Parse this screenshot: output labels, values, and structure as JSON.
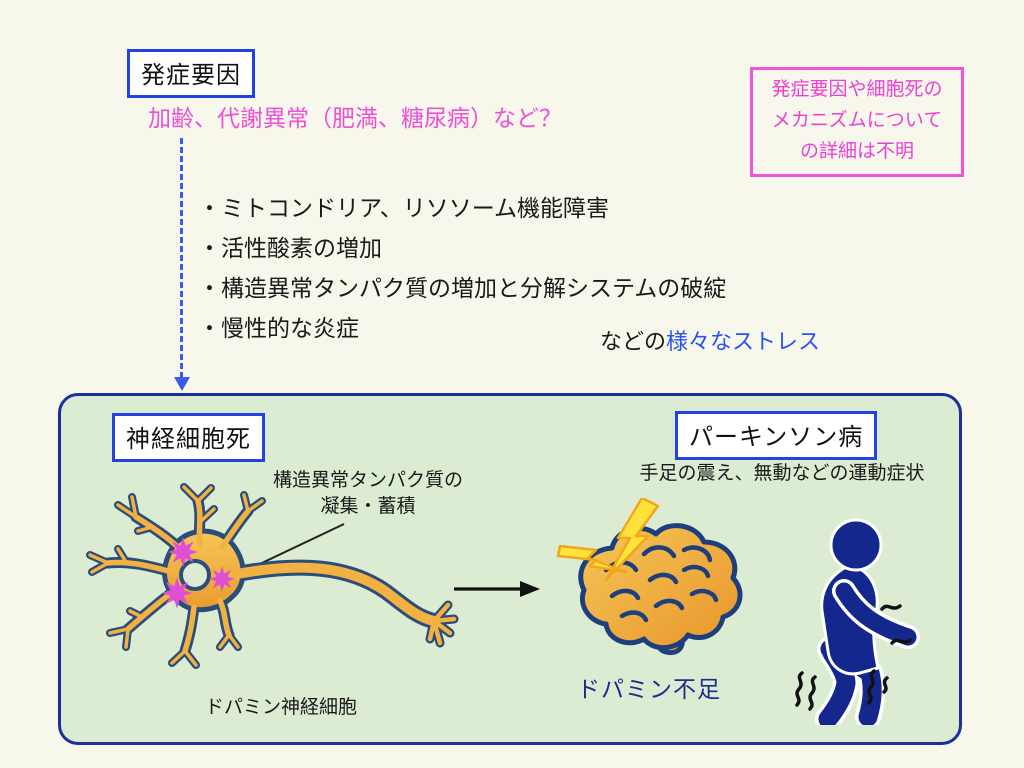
{
  "colors": {
    "background": "#f8f7ec",
    "panel_fill": "#dcecd2",
    "panel_border": "#1b2f9e",
    "label_box_border": "#2243df",
    "pink": "#ee4fd5",
    "blue_text": "#2953f1",
    "navy_text": "#1c2b8f",
    "dashed_arrow": "#3a5bef",
    "neuron_orange": "#f2b140",
    "neuron_outline": "#2b4d7c",
    "aggregate_magenta": "#e04ed8",
    "lightning_yellow": "#ffe23c",
    "person_navy": "#13278c"
  },
  "header": {
    "cause_label": "発症要因",
    "cause_examples": "加齢、代謝異常（肥満、糖尿病）など？",
    "note_lines": [
      "発症要因や細胞死の",
      "メカニズムについて",
      "の詳細は不明"
    ]
  },
  "stress": {
    "items": [
      "・ミトコンドリア、リソソーム機能障害",
      "・活性酸素の増加",
      "・構造異常タンパク質の増加と分解システムの破綻",
      "・慢性的な炎症"
    ],
    "suffix_black": "などの",
    "suffix_blue": "様々なストレス"
  },
  "panel": {
    "cell_death_label": "神経細胞死",
    "parkinson_label": "パーキンソン病",
    "symptoms": "手足の震え、無動などの運動症状",
    "aggregation_lines": [
      "構造異常タンパク質の",
      "凝集・蓄積"
    ],
    "neuron_caption": "ドパミン神経細胞",
    "dopamine_deficiency": "ドパミン不足"
  },
  "icons": {
    "neuron": "dopamine-neuron-illustration",
    "brain": "stressed-brain-illustration",
    "person": "stooped-person-illustration",
    "down_arrow": "dashed-down-arrow",
    "right_arrow": "right-arrow"
  }
}
